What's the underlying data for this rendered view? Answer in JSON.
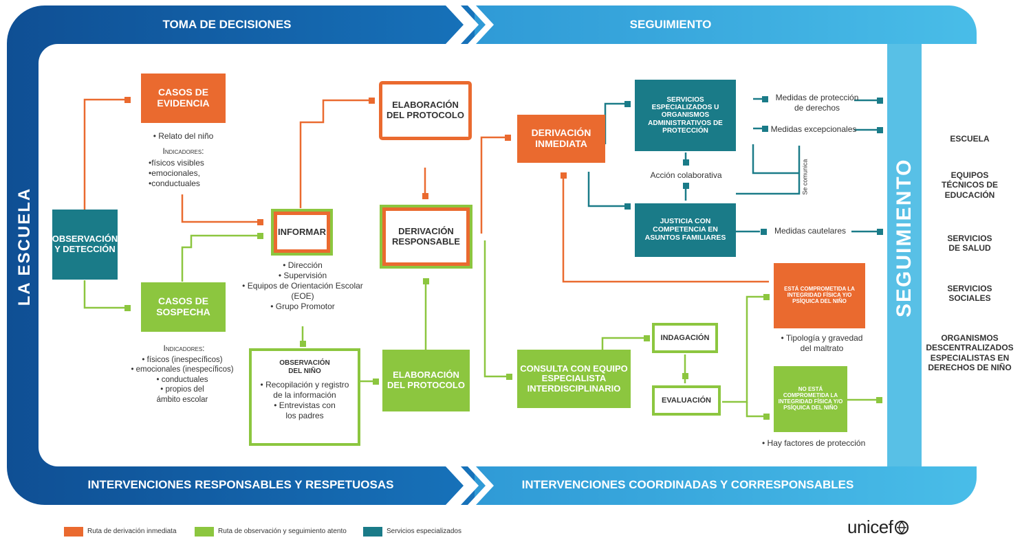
{
  "bands": {
    "top_left": "TOMA DE DECISIONES",
    "top_right": "SEGUIMIENTO",
    "bottom_left": "INTERVENCIONES RESPONSABLES Y RESPETUOSAS",
    "bottom_right": "INTERVENCIONES COORDINADAS Y CORRESPONSABLES",
    "left_vertical": "LA ESCUELA",
    "right_vertical": "SEGUIMIENTO"
  },
  "boxes": {
    "observacion": "OBSERVACIÓN Y DETECCIÓN",
    "casos_evidencia": "CASOS DE EVIDENCIA",
    "casos_sospecha": "CASOS DE SOSPECHA",
    "informar": "INFORMAR",
    "elaboracion_top": "ELABORACIÓN DEL PROTOCOLO",
    "derivacion_responsable": "DERIVACIÓN RESPONSABLE",
    "elaboracion_bottom": "ELABORACIÓN DEL PROTOCOLO",
    "observacion_nino_title": "OBSERVACIÓN DEL NIÑO",
    "derivacion_inmediata": "DERIVACIÓN INMEDIATA",
    "servicios_especializados": "SERVICIOS ESPECIALIZADOS U ORGANISMOS ADMINISTRATIVOS DE PROTECCIÓN",
    "justicia": "JUSTICIA CON COMPETENCIA EN ASUNTOS FAMILIARES",
    "consulta": "CONSULTA CON EQUIPO ESPECIALISTA INTERDISCIPLINARIO",
    "indagacion": "INDAGACIÓN",
    "evaluacion": "EVALUACIÓN",
    "comprometida": "ESTÁ COMPROMETIDA LA INTEGRIDAD FÍSICA Y/O PSÍQUICA DEL NIÑO",
    "no_comprometida": "NO ESTÁ COMPROMETIDA LA INTEGRIDAD FÍSICA Y/O PSÍQUICA DEL NIÑO"
  },
  "texts": {
    "relato": "• Relato del niño",
    "indicadores1": "Indicadores:",
    "ind1_a": "•físicos visibles",
    "ind1_b": "•emocionales,",
    "ind1_c": "•conductuales",
    "indicadores2": "Indicadores:",
    "ind2_a": "• físicos (inespecíficos)",
    "ind2_b": "• emocionales (inespecíficos)",
    "ind2_c": "• conductuales",
    "ind2_d": "• propios del",
    "ind2_e": "ámbito escolar",
    "inf_a": "• Dirección",
    "inf_b": "• Supervisión",
    "inf_c": "• Equipos de Orientación Escolar",
    "inf_d": "(EOE)",
    "inf_e": "• Grupo Promotor",
    "obs_a": "• Recopilación y registro",
    "obs_b": "de la información",
    "obs_c": "• Entrevistas con",
    "obs_d": "los padres",
    "medidas_proteccion_a": "Medidas de protección",
    "medidas_proteccion_b": "de derechos",
    "medidas_excepcionales": "Medidas excepcionales",
    "accion_colaborativa": "Acción colaborativa",
    "se_comunica": "Se comunica",
    "medidas_cautelares": "Medidas cautelares",
    "tipologia_a": "• Tipología y gravedad",
    "tipologia_b": "del maltrato",
    "hay_factores": "• Hay factores de protección"
  },
  "side": {
    "escuela": "ESCUELA",
    "equipos_a": "EQUIPOS",
    "equipos_b": "TÉCNICOS DE",
    "equipos_c": "EDUCACIÓN",
    "salud_a": "SERVICIOS",
    "salud_b": "DE SALUD",
    "sociales_a": "SERVICIOS",
    "sociales_b": "SOCIALES",
    "org_a": "ORGANISMOS",
    "org_b": "DESCENTRALIZADOS",
    "org_c": "ESPECIALISTAS EN",
    "org_d": "DERECHOS DE NIÑO"
  },
  "legend": {
    "orange": "Ruta de derivación inmediata",
    "green": "Ruta de observación y seguimiento atento",
    "teal": "Servicios especializados"
  },
  "logo": "unicef",
  "colors": {
    "orange": "#ea6a2f",
    "green": "#8cc63f",
    "teal": "#1a7b88",
    "band_dark": "#1461a6",
    "band_light": "#3fb4e2"
  }
}
